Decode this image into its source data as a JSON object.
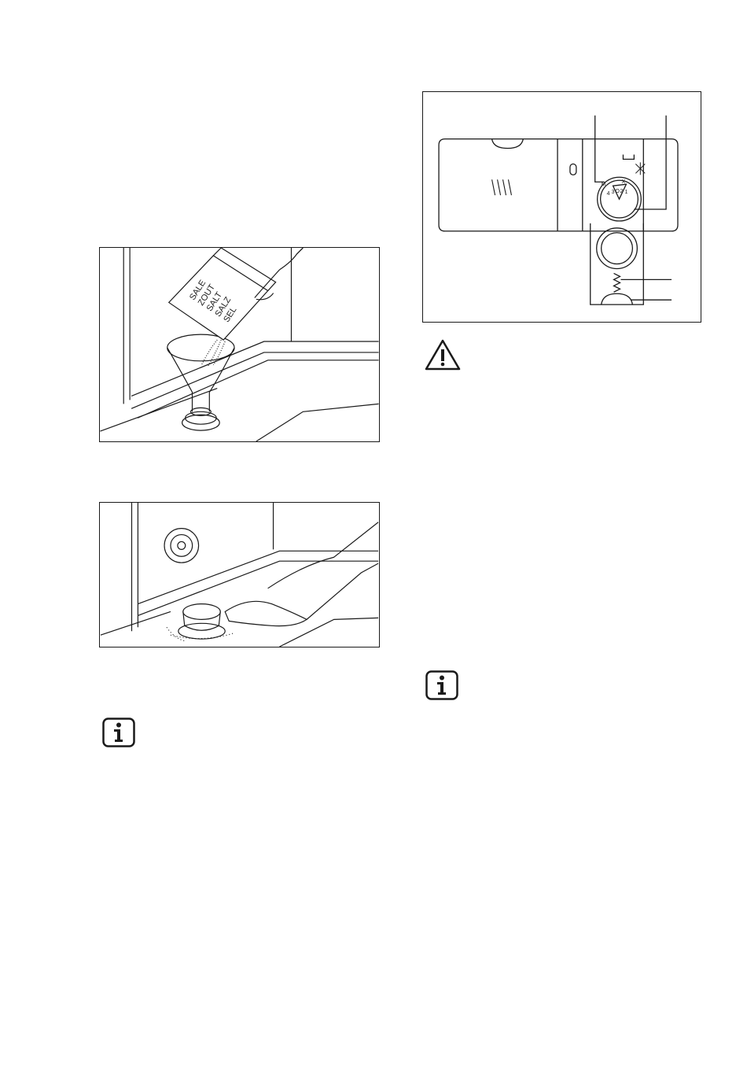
{
  "figures": {
    "salt_fill": {
      "icon": "salt-pouring-illustration",
      "package_lines": [
        "SALE",
        "ZOUT",
        "SALT",
        "SALZ",
        "SEL"
      ]
    },
    "wipe_cap": {
      "icon": "wipe-salt-cap-illustration"
    },
    "dispenser": {
      "icon": "detergent-dispenser-illustration",
      "dial_labels": {
        "m": "M",
        "x": "X",
        "n4": "4",
        "n3": "3",
        "n0": "O",
        "n2": "2",
        "n1": "1"
      }
    }
  },
  "icons": {
    "info_left": "info-icon",
    "warning_right": "warning-icon",
    "info_right": "info-icon"
  }
}
